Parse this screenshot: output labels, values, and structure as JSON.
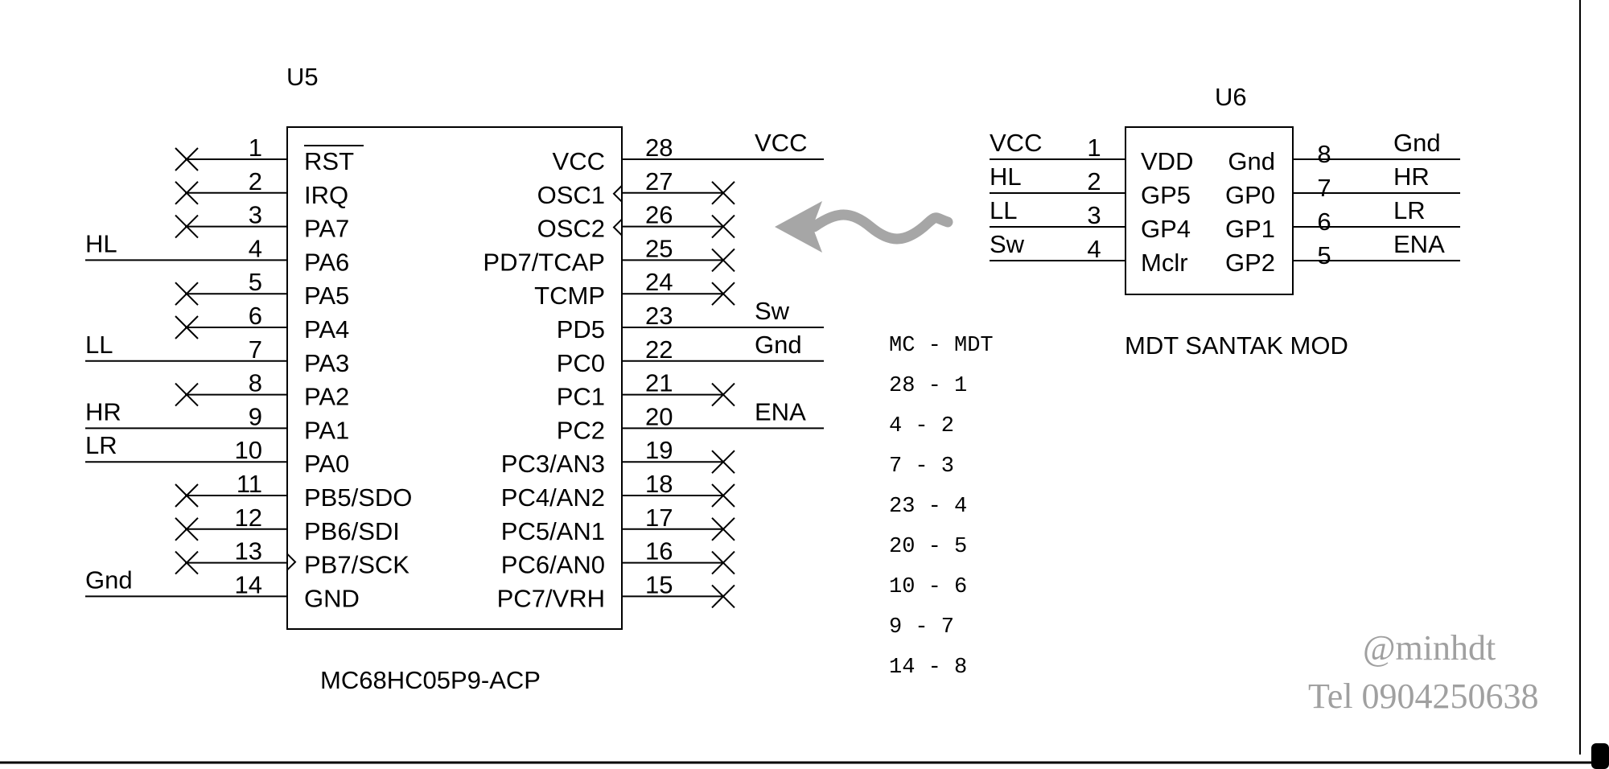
{
  "u5": {
    "ref": "U5",
    "part": "MC68HC05P9-ACP",
    "left_pins": [
      {
        "num": "1",
        "name": "RST",
        "net": "",
        "nc": true,
        "overline": true,
        "arrow": false
      },
      {
        "num": "2",
        "name": "IRQ",
        "net": "",
        "nc": true,
        "overline": false,
        "arrow": false
      },
      {
        "num": "3",
        "name": "PA7",
        "net": "",
        "nc": true,
        "overline": false,
        "arrow": false
      },
      {
        "num": "4",
        "name": "PA6",
        "net": "HL",
        "nc": false,
        "overline": false,
        "arrow": false
      },
      {
        "num": "5",
        "name": "PA5",
        "net": "",
        "nc": true,
        "overline": false,
        "arrow": false
      },
      {
        "num": "6",
        "name": "PA4",
        "net": "",
        "nc": true,
        "overline": false,
        "arrow": false
      },
      {
        "num": "7",
        "name": "PA3",
        "net": "LL",
        "nc": false,
        "overline": false,
        "arrow": false
      },
      {
        "num": "8",
        "name": "PA2",
        "net": "",
        "nc": true,
        "overline": false,
        "arrow": false
      },
      {
        "num": "9",
        "name": "PA1",
        "net": "HR",
        "nc": false,
        "overline": false,
        "arrow": false
      },
      {
        "num": "10",
        "name": "PA0",
        "net": "LR",
        "nc": false,
        "overline": false,
        "arrow": false
      },
      {
        "num": "11",
        "name": "PB5/SDO",
        "net": "",
        "nc": true,
        "overline": false,
        "arrow": false
      },
      {
        "num": "12",
        "name": "PB6/SDI",
        "net": "",
        "nc": true,
        "overline": false,
        "arrow": false
      },
      {
        "num": "13",
        "name": "PB7/SCK",
        "net": "",
        "nc": true,
        "overline": false,
        "arrow": true
      },
      {
        "num": "14",
        "name": "GND",
        "net": "Gnd",
        "nc": false,
        "overline": false,
        "arrow": false
      }
    ],
    "right_pins": [
      {
        "num": "28",
        "name": "VCC",
        "net": "VCC",
        "nc": false,
        "arrow": false
      },
      {
        "num": "27",
        "name": "OSC1",
        "net": "",
        "nc": true,
        "arrow": true
      },
      {
        "num": "26",
        "name": "OSC2",
        "net": "",
        "nc": true,
        "arrow": true
      },
      {
        "num": "25",
        "name": "PD7/TCAP",
        "net": "",
        "nc": true,
        "arrow": false
      },
      {
        "num": "24",
        "name": "TCMP",
        "net": "",
        "nc": true,
        "arrow": false
      },
      {
        "num": "23",
        "name": "PD5",
        "net": "Sw",
        "nc": false,
        "arrow": false
      },
      {
        "num": "22",
        "name": "PC0",
        "net": "Gnd",
        "nc": false,
        "arrow": false
      },
      {
        "num": "21",
        "name": "PC1",
        "net": "",
        "nc": true,
        "arrow": false
      },
      {
        "num": "20",
        "name": "PC2",
        "net": "ENA",
        "nc": false,
        "arrow": false
      },
      {
        "num": "19",
        "name": "PC3/AN3",
        "net": "",
        "nc": true,
        "arrow": false
      },
      {
        "num": "18",
        "name": "PC4/AN2",
        "net": "",
        "nc": true,
        "arrow": false
      },
      {
        "num": "17",
        "name": "PC5/AN1",
        "net": "",
        "nc": true,
        "arrow": false
      },
      {
        "num": "16",
        "name": "PC6/AN0",
        "net": "",
        "nc": true,
        "arrow": false
      },
      {
        "num": "15",
        "name": "PC7/VRH",
        "net": "",
        "nc": true,
        "arrow": false
      }
    ]
  },
  "u6": {
    "ref": "U6",
    "part": "MDT SANTAK MOD",
    "left_pins": [
      {
        "num": "1",
        "name": "VDD",
        "net": "VCC"
      },
      {
        "num": "2",
        "name": "GP5",
        "net": "HL"
      },
      {
        "num": "3",
        "name": "GP4",
        "net": "LL"
      },
      {
        "num": "4",
        "name": "Mclr",
        "net": "Sw"
      }
    ],
    "right_pins": [
      {
        "num": "8",
        "name": "Gnd",
        "net": "Gnd"
      },
      {
        "num": "7",
        "name": "GP0",
        "net": "HR"
      },
      {
        "num": "6",
        "name": "GP1",
        "net": "LR"
      },
      {
        "num": "5",
        "name": "GP2",
        "net": "ENA"
      }
    ]
  },
  "mapping": {
    "header": "MC - MDT",
    "rows": [
      "28 - 1",
      "4 -  2",
      "7 -  3",
      "23 - 4",
      "20 - 5",
      "10 - 6",
      "9 -  7",
      "14 - 8"
    ]
  },
  "watermark": {
    "handle": "@minhdt",
    "phone": "Tel 0904250638"
  },
  "colors": {
    "line": "#000000",
    "arrow": "#a6a6a6",
    "watermark": "#a0a0a0"
  }
}
